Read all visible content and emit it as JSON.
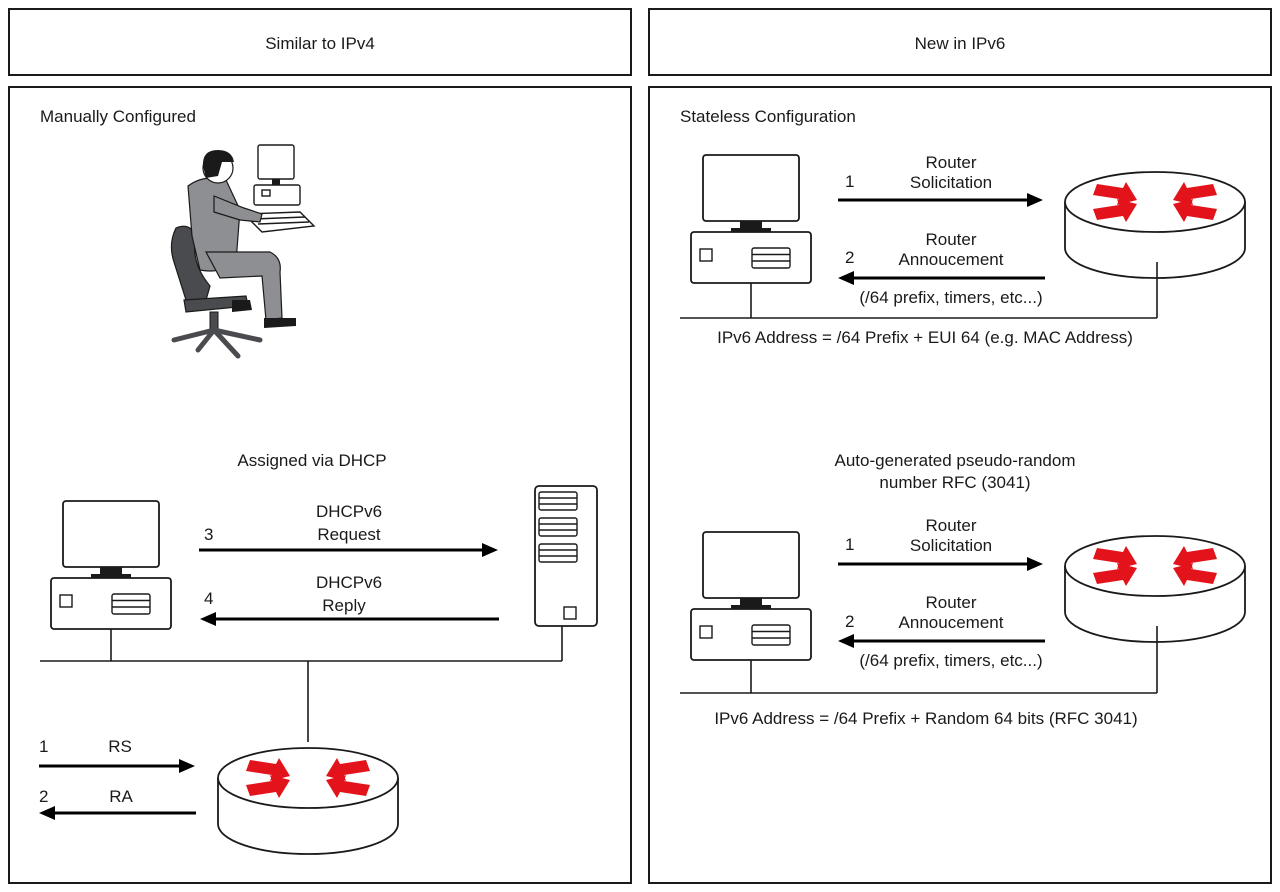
{
  "headers": {
    "left": "Similar to IPv4",
    "right": "New in IPv6"
  },
  "left_panel": {
    "manual": {
      "title": "Manually Configured"
    },
    "dhcp": {
      "title": "Assigned via DHCP",
      "step3_num": "3",
      "step3_line1": "DHCPv6",
      "step3_line2": "Request",
      "step4_num": "4",
      "step4_line1": "DHCPv6",
      "step4_line2": "Reply",
      "rs_num": "1",
      "rs_label": "RS",
      "ra_num": "2",
      "ra_label": "RA"
    }
  },
  "right_panel": {
    "stateless": {
      "title": "Stateless Configuration",
      "step1_num": "1",
      "step1_line1": "Router",
      "step1_line2": "Solicitation",
      "step2_num": "2",
      "step2_line1": "Router",
      "step2_line2": "Annoucement",
      "step2_note": "(/64 prefix, timers, etc...)",
      "address_formula": "IPv6 Address = /64 Prefix +  EUI 64 (e.g. MAC Address)"
    },
    "random": {
      "title_line1": "Auto-generated pseudo-random",
      "title_line2": "number RFC (3041)",
      "step1_num": "1",
      "step1_line1": "Router",
      "step1_line2": "Solicitation",
      "step2_num": "2",
      "step2_line1": "Router",
      "step2_line2": "Annoucement",
      "step2_note": "(/64 prefix, timers, etc...)",
      "address_formula": "IPv6 Address = /64 Prefix +  Random 64 bits (RFC 3041)"
    }
  },
  "colors": {
    "router_arrows": "#e3131b",
    "stroke": "#1a1a1a",
    "person_clothes": "#8e8f93",
    "chair": "#4a4b4f"
  },
  "icons": [
    "computer-icon",
    "router-icon",
    "server-icon",
    "person-at-workstation-icon"
  ]
}
